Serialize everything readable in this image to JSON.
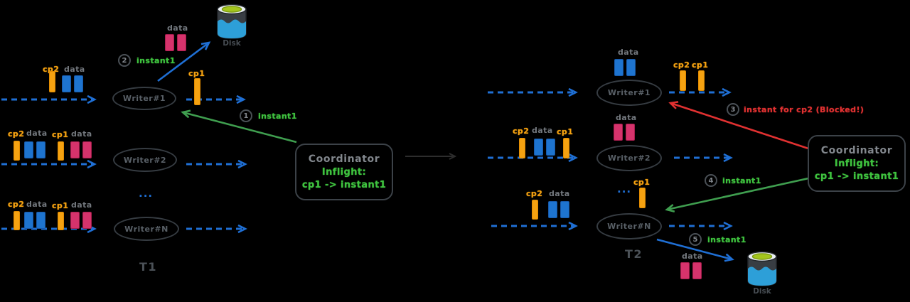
{
  "palette": {
    "background": "#000000",
    "blue": "#1f6fd4",
    "orange": "#f5a211",
    "pink": "#d6336c",
    "green": "#3fc33f",
    "red": "#e03131",
    "gray_text": "#73787e",
    "dark_stroke": "#3c4248"
  },
  "labels": {
    "cp1": "cp1",
    "cp2": "cp2",
    "data": "data",
    "dots": "...",
    "disk": "Disk"
  },
  "writers": {
    "w1": "Writer#1",
    "w2": "Writer#2",
    "wn": "Writer#N"
  },
  "panels": {
    "t1": "T1",
    "t2": "T2"
  },
  "coordinator": {
    "title": "Coordinator",
    "inflight": "Inflight:",
    "mapping": "cp1 -> instant1"
  },
  "steps": {
    "s1": {
      "num": "1",
      "text": "instant1"
    },
    "s2": {
      "num": "2",
      "text": "instant1"
    },
    "s3": {
      "num": "3",
      "text": "instant for cp2 (Blocked!)"
    },
    "s4": {
      "num": "4",
      "text": "instant1"
    },
    "s5": {
      "num": "5",
      "text": "instant1"
    }
  }
}
